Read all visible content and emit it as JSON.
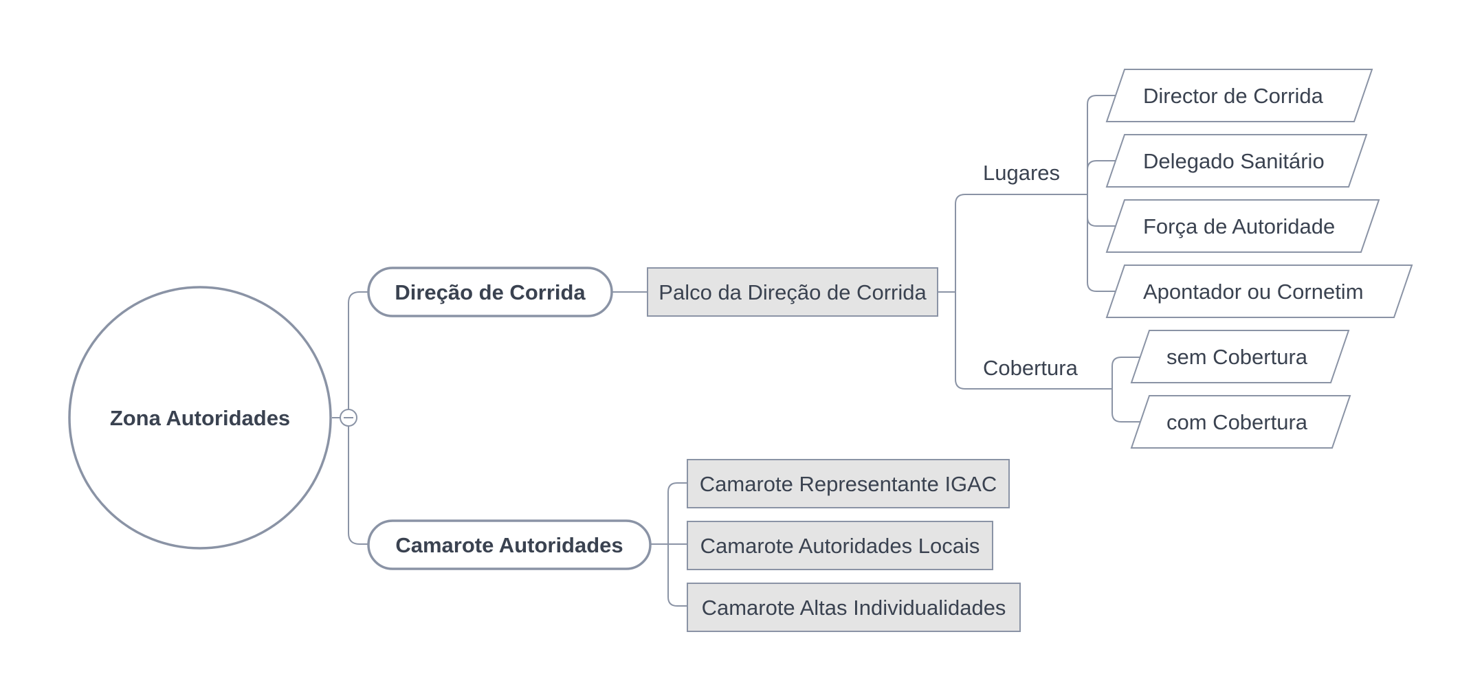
{
  "diagram": {
    "root": {
      "label": "Zona Autoridades"
    },
    "branches": [
      {
        "label": "Direção de Corrida",
        "child": {
          "label": "Palco da Direção de Corrida",
          "groups": [
            {
              "label": "Lugares",
              "items": [
                "Director de Corrida",
                "Delegado Sanitário",
                "Força de Autoridade",
                "Apontador ou Cornetim"
              ]
            },
            {
              "label": "Cobertura",
              "items": [
                "sem Cobertura",
                "com Cobertura"
              ]
            }
          ]
        }
      },
      {
        "label": "Camarote Autoridades",
        "children": [
          "Camarote Representante IGAC",
          "Camarote Autoridades Locais",
          "Camarote Altas Individualidades"
        ]
      }
    ],
    "collapse_symbol": "−"
  },
  "colors": {
    "stroke": "#8a93a5",
    "text": "#3a4250",
    "box_fill": "#e4e4e4",
    "background": "#ffffff"
  }
}
